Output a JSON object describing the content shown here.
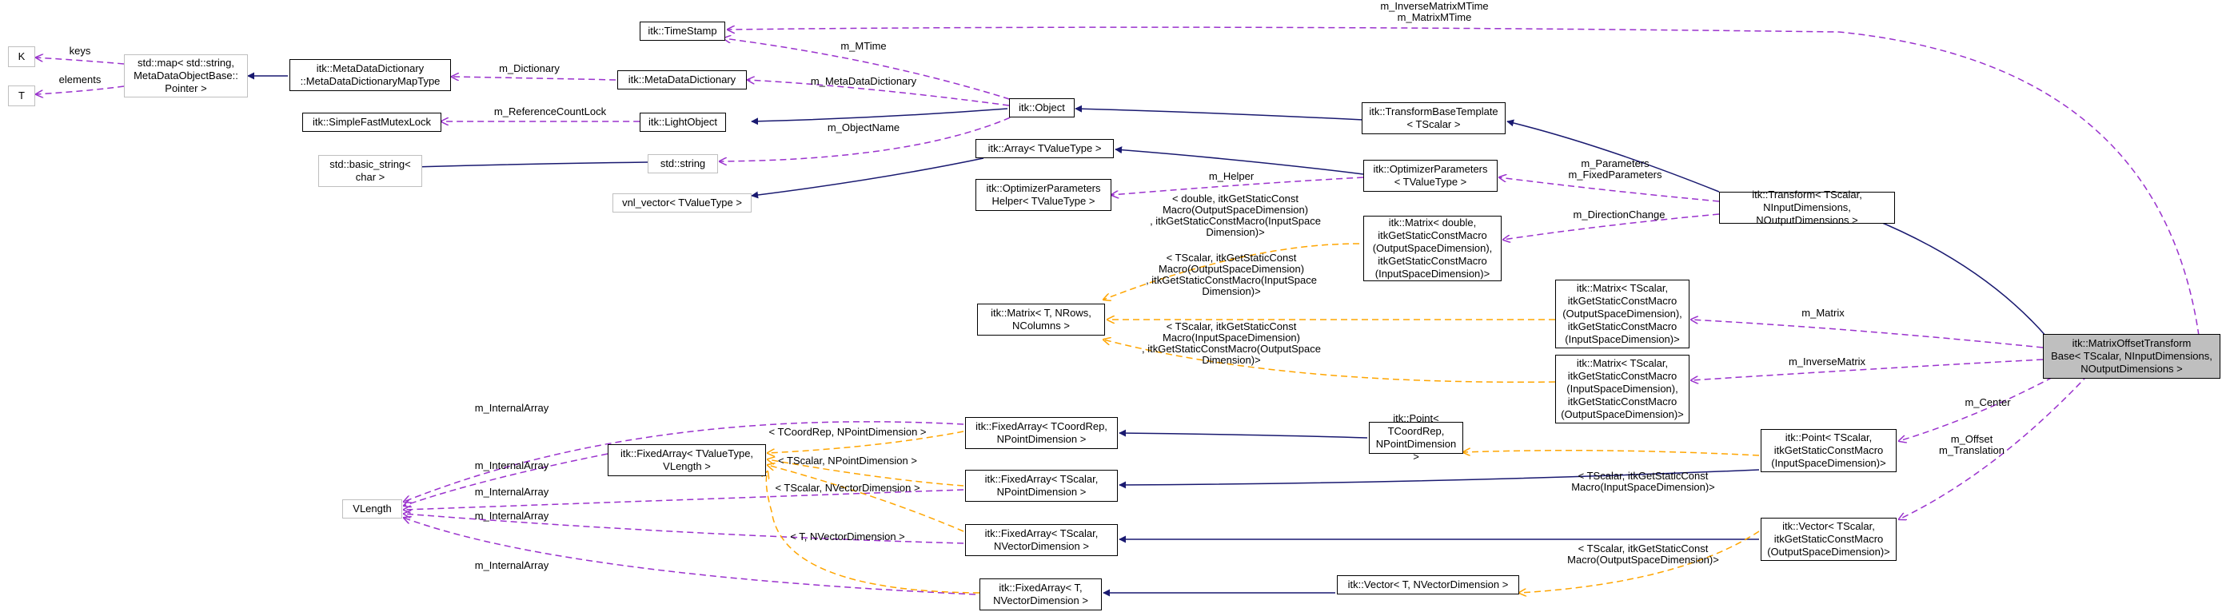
{
  "nodes": {
    "K": "K",
    "T": "T",
    "std_map": "std::map< std::string,\nMetaDataObjectBase::\nPointer >",
    "mdd_map_type": "itk::MetaDataDictionary\n::MetaDataDictionaryMapType",
    "time_stamp": "itk::TimeStamp",
    "meta_data_dictionary": "itk::MetaDataDictionary",
    "simple_fast_mutex_lock": "itk::SimpleFastMutexLock",
    "light_object": "itk::LightObject",
    "object": "itk::Object",
    "basic_string": "std::basic_string<\nchar >",
    "std_string": "std::string",
    "vnl_vector": "vnl_vector< TValueType >",
    "array": "itk::Array< TValueType >",
    "opt_params_helper": "itk::OptimizerParameters\nHelper< TValueType >",
    "transform_base_template": "itk::TransformBaseTemplate\n< TScalar >",
    "optimizer_parameters": "itk::OptimizerParameters\n< TValueType >",
    "transform": "itk::Transform< TScalar,\n NInputDimensions, NOutputDimensions >",
    "matrix_double": "itk::Matrix< double,\n itkGetStaticConstMacro\n(OutputSpaceDimension),\n itkGetStaticConstMacro\n(InputSpaceDimension)>",
    "matrix_generic": "itk::Matrix< T, NRows,\n NColumns >",
    "matrix_out_in": "itk::Matrix< TScalar,\n itkGetStaticConstMacro\n(OutputSpaceDimension),\n itkGetStaticConstMacro\n(InputSpaceDimension)>",
    "matrix_in_out": "itk::Matrix< TScalar,\n itkGetStaticConstMacro\n(InputSpaceDimension),\n itkGetStaticConstMacro\n(OutputSpaceDimension)>",
    "main": "itk::MatrixOffsetTransform\nBase< TScalar, NInputDimensions,\n NOutputDimensions >",
    "vlength": "VLength",
    "fixed_array_value": "itk::FixedArray< TValueType,\n VLength >",
    "fixed_array_coordrep": "itk::FixedArray< TCoordRep,\n NPointDimension >",
    "point_coordrep": "itk::Point< TCoordRep,\n NPointDimension >",
    "point_tscalar": "itk::Point< TScalar,\n itkGetStaticConstMacro\n(InputSpaceDimension)>",
    "fixed_array_tscalar_point": "itk::FixedArray< TScalar,\n NPointDimension >",
    "fixed_array_tscalar_vector": "itk::FixedArray< TScalar,\n NVectorDimension >",
    "vector_tscalar": "itk::Vector< TScalar,\n itkGetStaticConstMacro\n(OutputSpaceDimension)>",
    "fixed_array_t": "itk::FixedArray< T,\n NVectorDimension >",
    "vector_t": "itk::Vector< T, NVectorDimension >"
  },
  "edge_labels": {
    "keys": "keys",
    "elements": "elements",
    "m_dictionary": "m_Dictionary",
    "m_mtime": "m_MTime",
    "m_metadatadictionary": "m_MetaDataDictionary",
    "m_referencecountlock": "m_ReferenceCountLock",
    "m_objectname": "m_ObjectName",
    "m_inversematrixmtime": "m_InverseMatrixMTime\nm_MatrixMTime",
    "m_helper": "m_Helper",
    "m_parameters": "m_Parameters\nm_FixedParameters",
    "m_directionchange": "m_DirectionChange",
    "tpl_double": "< double, itkGetStaticConst\nMacro(OutputSpaceDimension)\n, itkGetStaticConstMacro(InputSpace\nDimension)>",
    "tpl_out_in": "< TScalar, itkGetStaticConst\nMacro(OutputSpaceDimension)\n, itkGetStaticConstMacro(InputSpace\nDimension)>",
    "tpl_in_out": "< TScalar, itkGetStaticConst\nMacro(InputSpaceDimension)\n, itkGetStaticConstMacro(OutputSpace\nDimension)>",
    "m_matrix": "m_Matrix",
    "m_inversematrix": "m_InverseMatrix",
    "m_center": "m_Center",
    "m_offset": "m_Offset\nm_Translation",
    "m_internalarray_1": "m_InternalArray",
    "m_internalarray_2": "m_InternalArray",
    "m_internalarray_3": "m_InternalArray",
    "m_internalarray_4": "m_InternalArray",
    "m_internalarray_5": "m_InternalArray",
    "tpl_coordrep": "< TCoordRep, NPointDimension >",
    "tpl_tscalar_point": "< TScalar, NPointDimension >",
    "tpl_tscalar_vector": "< TScalar, NVectorDimension >",
    "tpl_t_vector": "< T, NVectorDimension >",
    "tpl_point_in": "< TScalar, itkGetStaticConst\nMacro(InputSpaceDimension)>",
    "tpl_vector_out": "< TScalar, itkGetStaticConst\nMacro(OutputSpaceDimension)>"
  },
  "colors": {
    "inheritance": "#191970",
    "usage": "#9a32cd",
    "template": "#ffa500",
    "node_border": "#000000",
    "external_border": "#bfbfbf",
    "focus_fill": "#bfbfbf"
  }
}
